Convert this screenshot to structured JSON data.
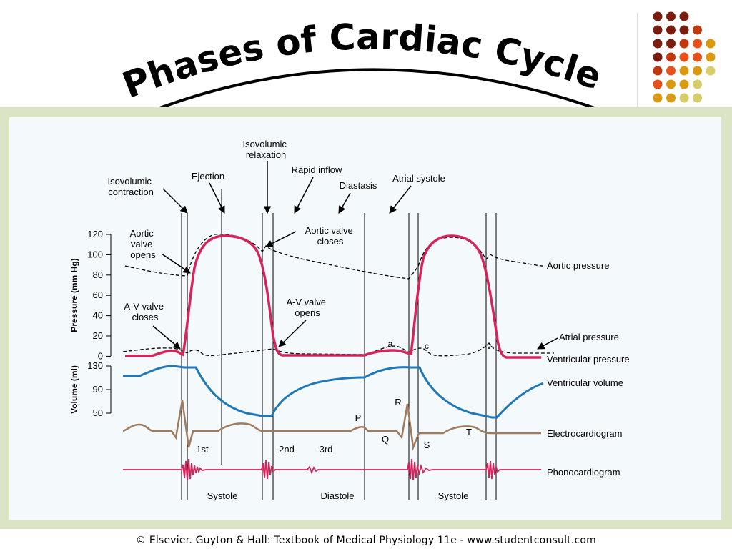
{
  "title": "Phases of Cardiac Cycle",
  "dot_colors": [
    "#7b1d0e",
    "#c0380c",
    "#e8501b",
    "#d99a12",
    "#d7cd69"
  ],
  "phase_labels": {
    "isovolumic_contraction": [
      "Isovolumic",
      "contraction"
    ],
    "ejection": "Ejection",
    "isovolumic_relaxation": [
      "Isovolumic",
      "relaxation"
    ],
    "rapid_inflow": "Rapid inflow",
    "diastasis": "Diastasis",
    "atrial_systole": "Atrial systole"
  },
  "annotations": {
    "aortic_valve_opens": [
      "Aortic",
      "valve",
      "opens"
    ],
    "aortic_valve_closes": [
      "Aortic valve",
      "closes"
    ],
    "av_valve_closes": [
      "A-V valve",
      "closes"
    ],
    "av_valve_opens": [
      "A-V valve",
      "opens"
    ],
    "wave_a": "a",
    "wave_c": "c",
    "wave_v": "v",
    "ecg_p": "P",
    "ecg_q": "Q",
    "ecg_r": "R",
    "ecg_s": "S",
    "ecg_t": "T",
    "sound_1st": "1st",
    "sound_2nd": "2nd",
    "sound_3rd": "3rd"
  },
  "axes": {
    "pressure_title": "Pressure (mm Hg)",
    "pressure_ticks": [
      "120",
      "100",
      "80",
      "60",
      "40",
      "20",
      "0"
    ],
    "volume_title": "Volume (ml)",
    "volume_ticks": [
      "130",
      "90",
      "50"
    ]
  },
  "traces": {
    "aortic_pressure": "Aortic pressure",
    "atrial_pressure": "Atrial pressure",
    "ventricular_pressure": "Ventricular pressure",
    "ventricular_volume": "Ventricular volume",
    "electrocardiogram": "Electrocardiogram",
    "phonocardiogram": "Phonocardiogram"
  },
  "phases_bottom": [
    "Systole",
    "Diastole",
    "Systole"
  ],
  "colors": {
    "ventricular_pressure": "#d6245a",
    "ventricular_volume": "#1f78b8",
    "electrocardiogram": "#a07a5c",
    "phonocardiogram": "#d6245a",
    "panel_bg": "#f4f9fc",
    "frame": "#dbe5c6"
  },
  "copyright": "© Elsevier. Guyton & Hall: Textbook of Medical Physiology 11e - www.studentconsult.com"
}
